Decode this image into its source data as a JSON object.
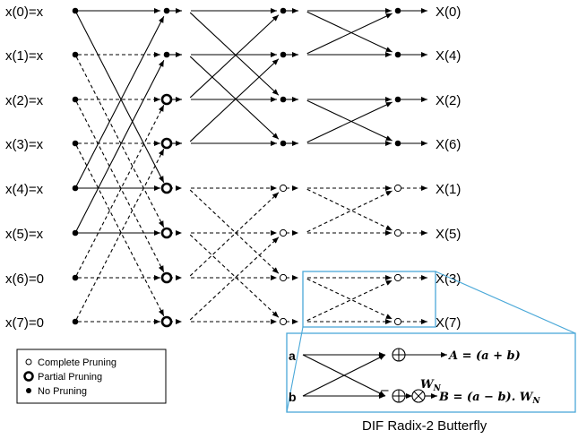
{
  "inputs": [
    "x(0)=x",
    "x(1)=x",
    "x(2)=x",
    "x(3)=x",
    "x(4)=x",
    "x(5)=x",
    "x(6)=0",
    "x(7)=0"
  ],
  "outputs": [
    "X(0)",
    "X(4)",
    "X(2)",
    "X(6)",
    "X(1)",
    "X(5)",
    "X(3)",
    "X(7)"
  ],
  "legend": {
    "complete": "Complete Pruning",
    "partial": "Partial Pruning",
    "none": "No Pruning"
  },
  "butterfly": {
    "input_a": "a",
    "input_b": "b",
    "eq_a": "A = (a + b)",
    "eq_b": "B = (a − b). W",
    "eq_b_sub": "N",
    "twiddle": "W",
    "twiddle_sub": "N",
    "minus": "−",
    "caption": "DIF Radix-2 Butterfly"
  },
  "colors": {
    "line": "#000000",
    "zoom": "#4aa8d8"
  }
}
